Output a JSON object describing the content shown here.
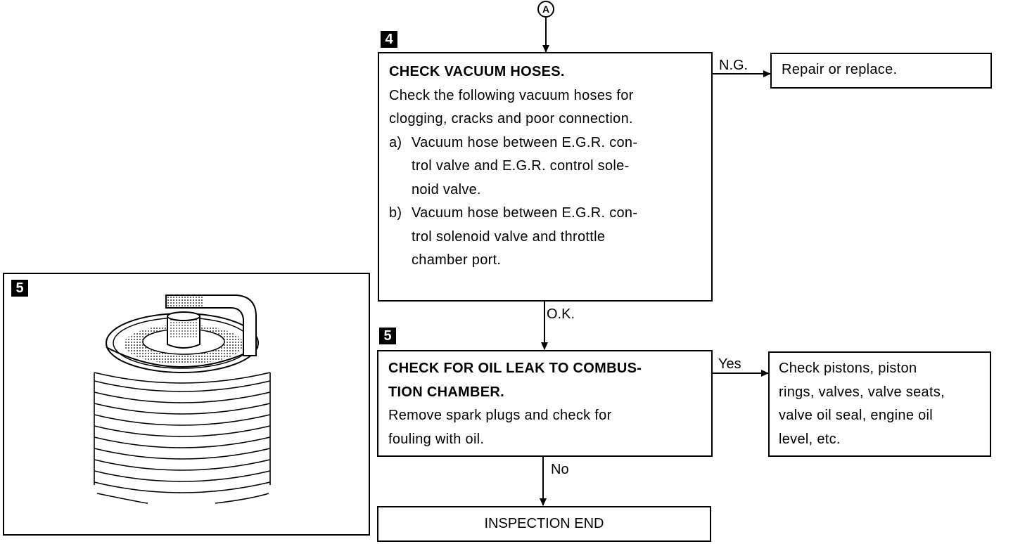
{
  "connector": "A",
  "step4": {
    "badge": "4",
    "title": "CHECK VACUUM HOSES.",
    "lines": [
      "Check the following vacuum hoses for",
      "clogging, cracks and poor connection."
    ],
    "items": [
      {
        "key": "a)",
        "lines": [
          "Vacuum hose between E.G.R. con-",
          "trol valve and E.G.R. control sole-",
          "noid valve."
        ]
      },
      {
        "key": "b)",
        "lines": [
          "Vacuum hose between E.G.R. con-",
          "trol solenoid valve and throttle",
          "chamber port."
        ]
      }
    ],
    "ng_label": "N.G.",
    "ng_result": "Repair or replace.",
    "ok_label": "O.K."
  },
  "step5": {
    "badge": "5",
    "title_lines": [
      "CHECK FOR OIL LEAK TO COMBUS-",
      "TION CHAMBER."
    ],
    "lines": [
      "Remove spark plugs and check for",
      "fouling with oil."
    ],
    "yes_label": "Yes",
    "yes_result_lines": [
      "Check pistons, piston",
      "rings, valves, valve seats,",
      "valve oil seal, engine oil",
      "level, etc."
    ],
    "no_label": "No"
  },
  "end_box": "INSPECTION END",
  "figure": {
    "badge": "5"
  }
}
